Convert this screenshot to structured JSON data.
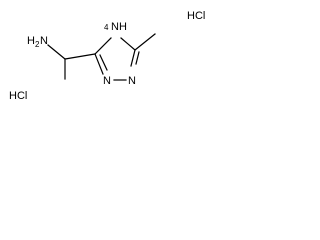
{
  "molecule": {
    "amine_label": "H",
    "amine_subscript": "2",
    "amine_atom": "N",
    "ring_nh_label": "N",
    "ring_nh_h_label": "H",
    "ring_nh_position": "4",
    "ring_n1_label": "N",
    "ring_n2_label": "N",
    "salt_right": "HCl",
    "salt_left": "HCl"
  }
}
